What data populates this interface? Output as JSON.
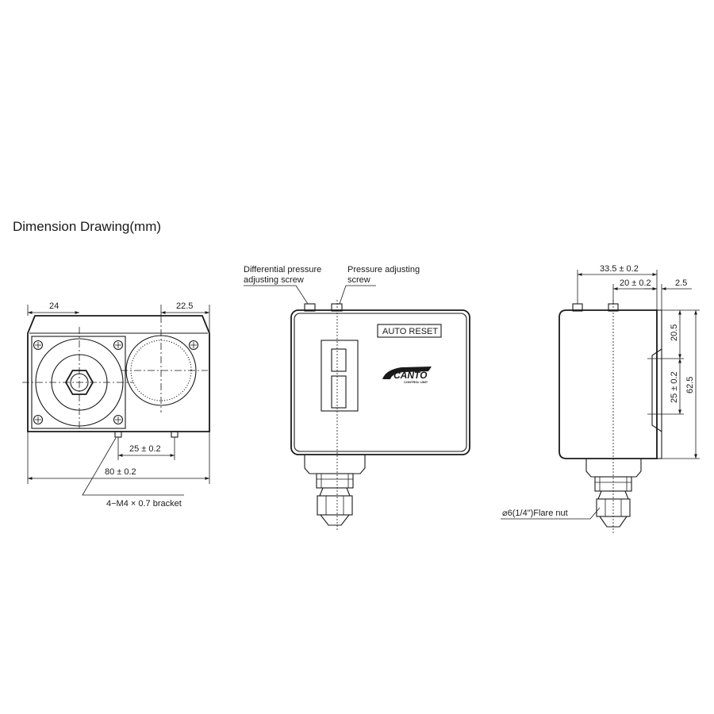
{
  "title": "Dimension Drawing(mm)",
  "front_view": {
    "dim_left_width": "24",
    "dim_right_width": "22.5",
    "dim_bracket_spacing": "25 ± 0.2",
    "dim_total_width": "80 ± 0.2",
    "bracket_note": "4−M4 × 0.7 bracket"
  },
  "side_view": {
    "diff_screw_label_1": "Differential pressure",
    "diff_screw_label_2": "adjusting screw",
    "press_screw_label_1": "Pressure adjusting",
    "press_screw_label_2": "screw",
    "reset_label": "AUTO RESET",
    "logo_text": "CANTO",
    "logo_subtext": "CONTROL UNIT"
  },
  "end_view": {
    "dim_screw_far": "33.5 ± 0.2",
    "dim_screw_near": "20 ± 0.2",
    "dim_edge": "2.5",
    "dim_upper": "20.5",
    "dim_mount": "25 ± 0.2",
    "dim_height": "62.5",
    "flare_note": "⌀6(1/4\")Flare nut"
  }
}
